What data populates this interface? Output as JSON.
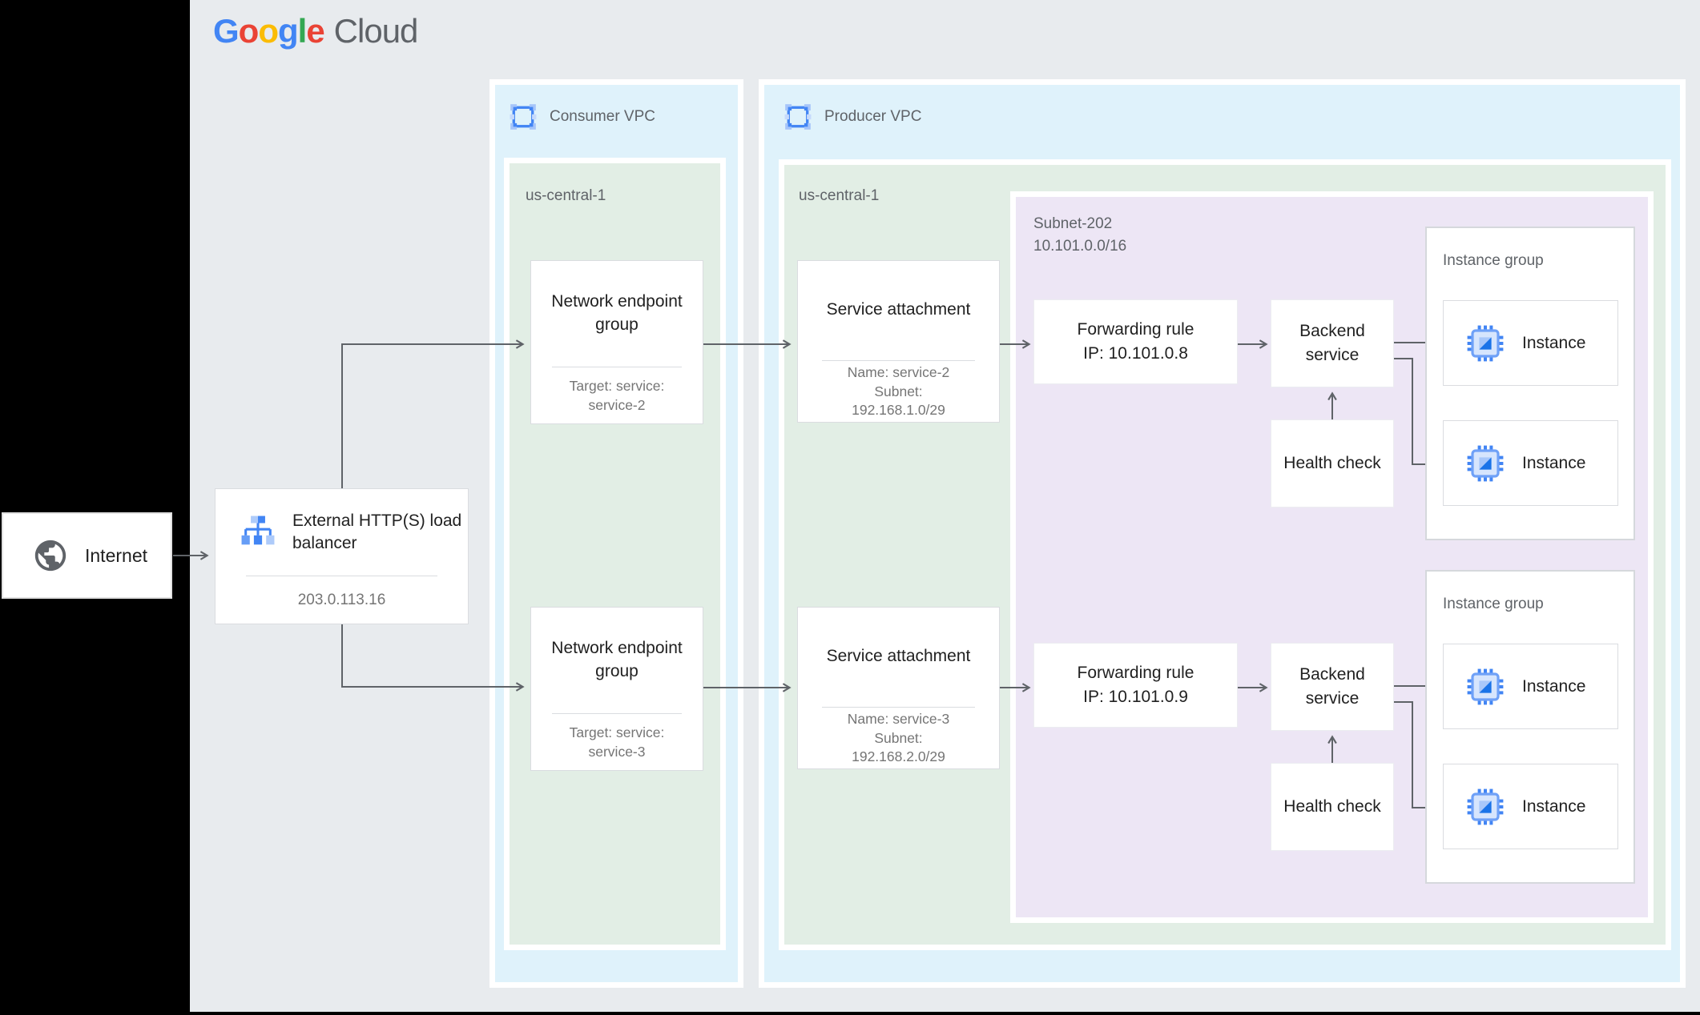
{
  "logo": {
    "letters": [
      {
        "char": "G",
        "color": "#4285F4"
      },
      {
        "char": "o",
        "color": "#EA4335"
      },
      {
        "char": "o",
        "color": "#FBBC04"
      },
      {
        "char": "g",
        "color": "#4285F4"
      },
      {
        "char": "l",
        "color": "#34A853"
      },
      {
        "char": "e",
        "color": "#EA4335"
      }
    ],
    "suffix": "Cloud"
  },
  "internet": {
    "label": "Internet"
  },
  "load_balancer": {
    "title": "External HTTP(S) load balancer",
    "ip": "203.0.113.16"
  },
  "consumer_vpc": {
    "label": "Consumer VPC",
    "region": {
      "label": "us-central-1"
    },
    "negs": [
      {
        "title": "Network endpoint group",
        "target": "Target: service:\nservice-2"
      },
      {
        "title": "Network endpoint group",
        "target": "Target: service:\nservice-3"
      }
    ]
  },
  "producer_vpc": {
    "label": "Producer VPC",
    "region": {
      "label": "us-central-1"
    },
    "service_attachments": [
      {
        "title": "Service attachment",
        "details": "Name: service-2\nSubnet:\n192.168.1.0/29"
      },
      {
        "title": "Service attachment",
        "details": "Name: service-3\nSubnet:\n192.168.2.0/29"
      }
    ],
    "subnet": {
      "label": "Subnet-202\n10.101.0.0/16",
      "forwarding_rules": [
        {
          "label": "Forwarding rule\nIP: 10.101.0.8"
        },
        {
          "label": "Forwarding rule\nIP: 10.101.0.9"
        }
      ],
      "backend_services": [
        {
          "label": "Backend service"
        },
        {
          "label": "Backend service"
        }
      ],
      "health_checks": [
        {
          "label": "Health check"
        },
        {
          "label": "Health check"
        }
      ],
      "instance_groups": [
        {
          "label": "Instance group",
          "instances": [
            {
              "label": "Instance"
            },
            {
              "label": "Instance"
            }
          ]
        },
        {
          "label": "Instance group",
          "instances": [
            {
              "label": "Instance"
            },
            {
              "label": "Instance"
            }
          ]
        }
      ]
    }
  },
  "colors": {
    "page_background": "#000000",
    "canvas_background": "#E8EBEE",
    "vpc_background": "#DFF2FB",
    "region_background": "#E2EEE5",
    "subnet_background": "#EDE6F5",
    "node_background": "#FFFFFF",
    "node_border": "#DADCE0",
    "arrow": "#5F6368",
    "title_text": "#212121",
    "muted_text": "#757575",
    "label_text": "#5F6368",
    "icon_blue": "#4285F4",
    "icon_light_blue": "#AECBFA"
  }
}
